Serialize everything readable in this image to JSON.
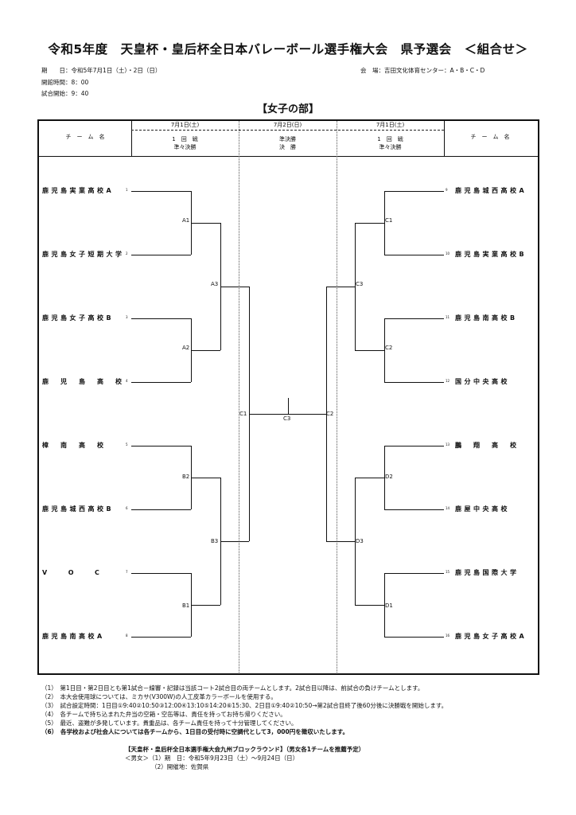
{
  "title": "令和5年度　天皇杯・皇后杯全日本バレーボール選手権大会　県予選会　＜組合せ＞",
  "info": {
    "dates": "期　　日：令和5年7月1日（土）・2日（日）",
    "open": "開館時間：8：00",
    "start": "試合開始：9：40",
    "venue": "会　場：吉田文化体育センター：A・B・C・D"
  },
  "section": "【女子の部】",
  "header": {
    "team_col": "チ　ー　ム　名",
    "left_date": "7月1日(土)",
    "left_round1": "1　回　戦",
    "left_round2": "準々決勝",
    "mid_date": "7月2日(日)",
    "mid_round1": "準決勝",
    "mid_round2": "決　勝",
    "right_date": "7月1日(土)",
    "right_round1": "1　回　戦",
    "right_round2": "準々決勝"
  },
  "left_teams": [
    {
      "name": "鹿児島実業高校A",
      "no": "1"
    },
    {
      "name": "鹿児島女子短期大学",
      "no": "2"
    },
    {
      "name": "鹿児島女子高校B",
      "no": "3"
    },
    {
      "name": "鹿　児　島　高　校",
      "no": "4"
    },
    {
      "name": "樟　南　高　校",
      "no": "5"
    },
    {
      "name": "鹿児島城西高校B",
      "no": "6"
    },
    {
      "name": "V　　O　　C",
      "no": "7"
    },
    {
      "name": "鹿児島南高校A",
      "no": "8"
    }
  ],
  "right_teams": [
    {
      "name": "鹿児島城西高校A",
      "no": "9"
    },
    {
      "name": "鹿児島実業高校B",
      "no": "10"
    },
    {
      "name": "鹿児島南高校B",
      "no": "11"
    },
    {
      "name": "国分中央高校",
      "no": "12"
    },
    {
      "name": "鵬　翔　高　校",
      "no": "13"
    },
    {
      "name": "鹿屋中央高校",
      "no": "14"
    },
    {
      "name": "鹿児島国際大学",
      "no": "15"
    },
    {
      "name": "鹿児島女子高校A",
      "no": "16"
    }
  ],
  "matches": {
    "A1": "A1",
    "A2": "A2",
    "A3": "A3",
    "B1": "B1",
    "B2": "B2",
    "B3": "B3",
    "C1": "C1",
    "C2": "C2",
    "C3": "C3",
    "D1": "D1",
    "D2": "D2",
    "D3": "D3"
  },
  "notes": [
    "（1）　第1日目・第2日目とも第1試合－線審・記録は当該コート2試合目の両チームとします。2試合目以降は、前試合の負けチームとします。",
    "（2）　本大会使用球については、ミカサ(V300W)の人工皮革カラーボールを使用する。",
    "（3）　試合設定時間：1日目①9:40②10:50③12:00④13:10⑤14:20⑥15:30、2日目①9:40②10:50→第2試合目終了後60分後に決勝戦を開始します。",
    "（4）　各チームで持ち込まれた弁当の空箱・空缶等は、責任を持ってお持ち帰りください。",
    "（5）　最近、盗難が多発しています。貴重品は、各チーム責任を持って十分管理してください。",
    "（6）　各学校および社会人については各チームから、1日目の受付時に空調代として3，000円を徴収いたします。"
  ],
  "kyushu": {
    "title": "【天皇杯・皇后杯全日本選手権大会九州ブロックラウンド】（男女各1チームを推薦予定）",
    "line1": "＜男女＞（1）期　日：令和5年9月23日（土）～9月24日（日）",
    "line2": "（2）開催地：佐賀県"
  }
}
